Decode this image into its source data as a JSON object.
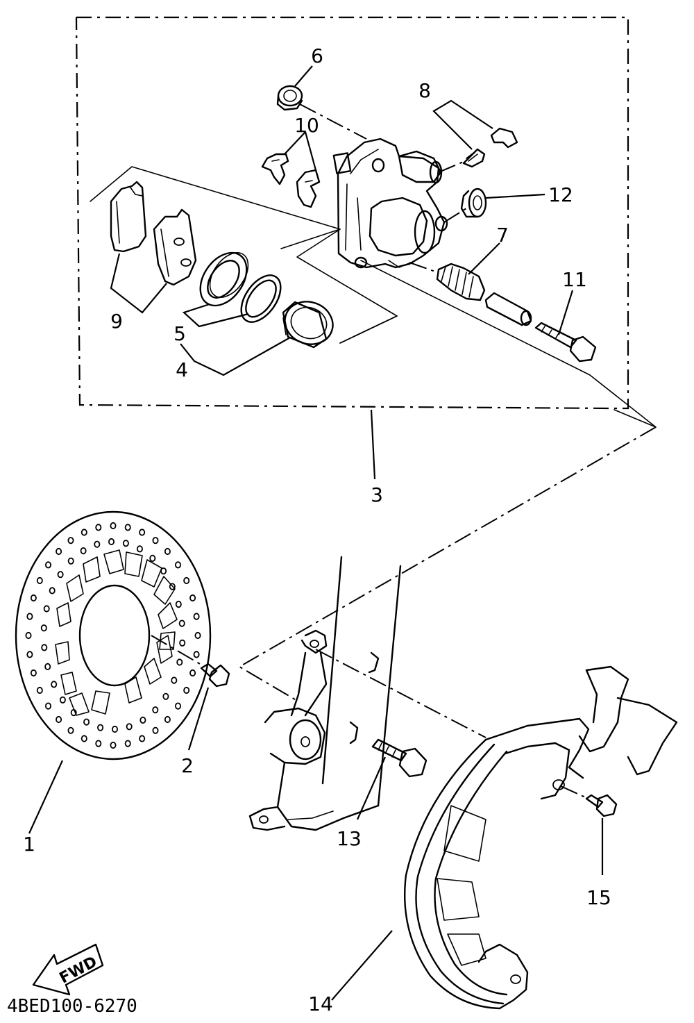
{
  "callouts": {
    "c1": "1",
    "c2": "2",
    "c3": "3",
    "c4": "4",
    "c5": "5",
    "c6": "6",
    "c7": "7",
    "c8": "8",
    "c9": "9",
    "c10": "10",
    "c11": "11",
    "c12": "12",
    "c13": "13",
    "c14": "14",
    "c15": "15"
  },
  "direction_label": "FWD",
  "drawing_code": "4BED100-6270"
}
